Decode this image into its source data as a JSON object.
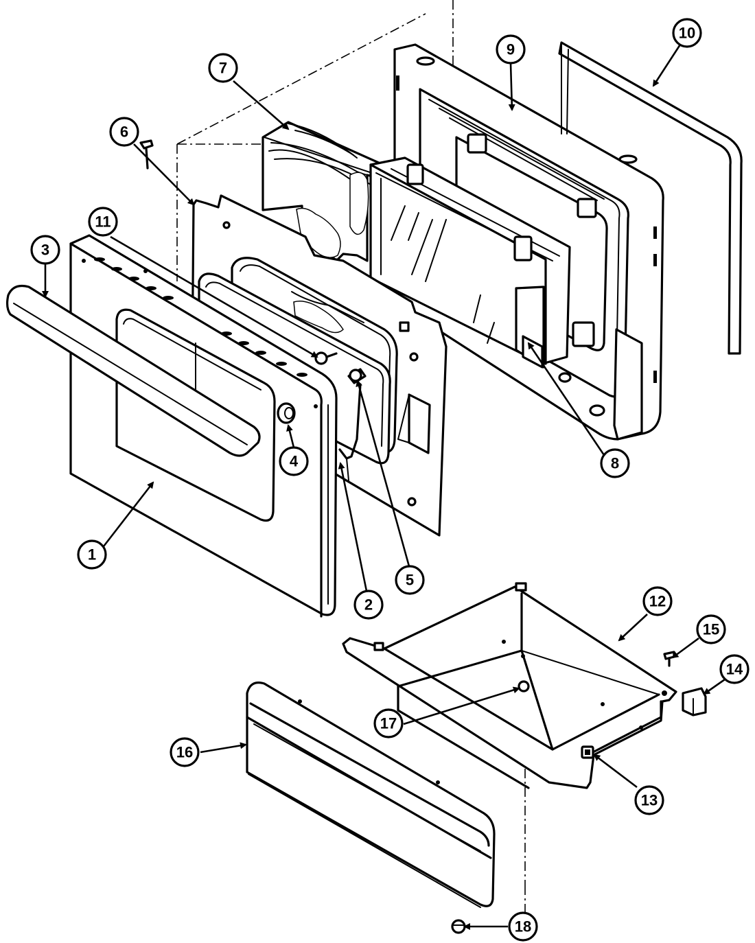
{
  "callouts": [
    {
      "label": "1"
    },
    {
      "label": "2"
    },
    {
      "label": "3"
    },
    {
      "label": "4"
    },
    {
      "label": "5"
    },
    {
      "label": "6"
    },
    {
      "label": "7"
    },
    {
      "label": "8"
    },
    {
      "label": "9"
    },
    {
      "label": "10"
    },
    {
      "label": "11"
    },
    {
      "label": "12"
    },
    {
      "label": "13"
    },
    {
      "label": "14"
    },
    {
      "label": "15"
    },
    {
      "label": "16"
    },
    {
      "label": "17"
    },
    {
      "label": "18"
    }
  ]
}
